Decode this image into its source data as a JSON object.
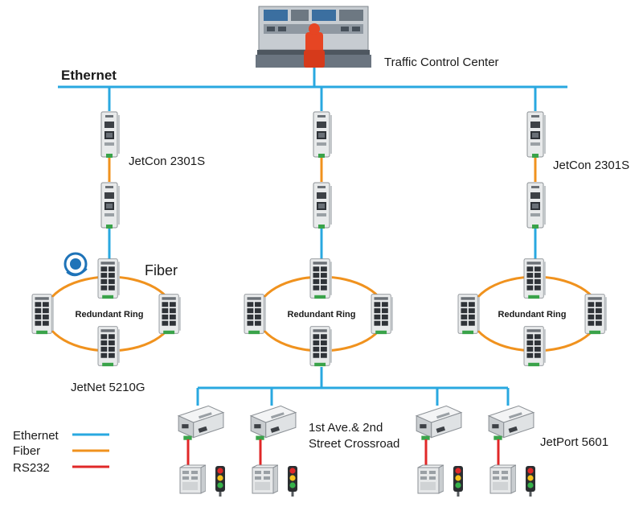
{
  "labels": {
    "ethernet_bus": "Ethernet",
    "control_center": "Traffic Control Center",
    "converter_left": "JetCon 2301S",
    "converter_right": "JetCon 2301S",
    "fiber": "Fiber",
    "ring_left": "Redundant Ring",
    "ring_mid": "Redundant Ring",
    "ring_right": "Redundant Ring",
    "switch_model": "JetNet 5210G",
    "crossroad_line1": "1st Ave.& 2nd",
    "crossroad_line2": "Street Crossroad",
    "serial_server": "JetPort 5601"
  },
  "legend": [
    {
      "name": "Ethernet",
      "color": "#29a8e0"
    },
    {
      "name": "Fiber",
      "color": "#f0921e"
    },
    {
      "name": "RS232",
      "color": "#e02828"
    }
  ],
  "colors": {
    "ethernet": "#29a8e0",
    "fiber": "#f0921e",
    "rs232": "#e02828",
    "device_body": "#e8eaeb",
    "device_dark": "#4a4f55"
  },
  "icons": {
    "control_center": "operator-console-icon",
    "converter": "media-converter-icon",
    "switch": "din-rail-switch-icon",
    "serial_server": "serial-device-server-icon",
    "traffic_controller": "traffic-controller-cabinet-icon",
    "traffic_light": "traffic-light-icon",
    "ring_badge": "super-ring-badge-icon"
  }
}
